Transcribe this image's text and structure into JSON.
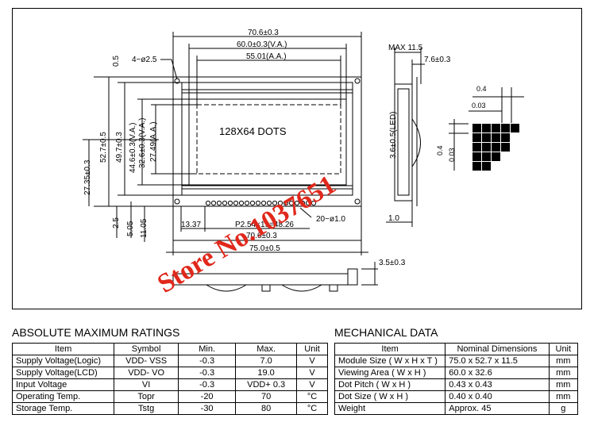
{
  "drawing": {
    "dims": {
      "width_outer": "70.6±0.3",
      "width_va": "60.0±0.3(V.A.)",
      "width_aa": "55.01(A.A.)",
      "hole": "4−ø2.5",
      "max_thickness": "MAX  11.5",
      "thickness_76": "7.6±0.3",
      "dots_label": "128X64  DOTS",
      "led": "3.6±0.5(LED)",
      "pitch_label": "P2.54×19=48.26",
      "pins": "20−ø1.0",
      "dim_1337": "13.37",
      "dim_706b": "70.6±0.3",
      "dim_750": "75.0±0.5",
      "dim_10": "1.0",
      "dim_35": "3.5±0.3",
      "dim_05": "0.5",
      "dim_527": "52.7±0.5",
      "dim_497": "49.7±0.3",
      "dim_446": "44.6±0.3(V.A.)",
      "dim_326": "32.6±0.3(V.A.)",
      "dim_2749": "27.49(A.A.)",
      "dim_2735": "27.35±0.3",
      "dim_25": "2.5",
      "dim_505": "5.05",
      "dim_1105": "11.05",
      "dot_04_top": "0.4",
      "dot_003_top": "0.03",
      "dot_04_side": "0.4",
      "dot_003_side": "0.03"
    },
    "watermark": "Store No.1037651"
  },
  "abs_ratings": {
    "title": "ABSOLUTE MAXIMUM RATINGS",
    "headers": [
      "Item",
      "Symbol",
      "Min.",
      "Max.",
      "Unit"
    ],
    "rows": [
      [
        "Supply Voltage(Logic)",
        "VDD- VSS",
        "-0.3",
        "7.0",
        "V"
      ],
      [
        "Supply Voltage(LCD)",
        "VDD- VO",
        "-0.3",
        "19.0",
        "V"
      ],
      [
        "Input  Voltage",
        "VI",
        "-0.3",
        "VDD+ 0.3",
        "V"
      ],
      [
        "Operating Temp.",
        "Topr",
        "-20",
        "70",
        "°C"
      ],
      [
        "Storage Temp.",
        "Tstg",
        "-30",
        "80",
        "°C"
      ]
    ]
  },
  "mech_data": {
    "title": "MECHANICAL DATA",
    "headers": [
      "Item",
      "Nominal Dimensions",
      "Unit"
    ],
    "rows": [
      [
        "Module Size ( W x H x T )",
        "75.0 x 52.7 x 11.5",
        "mm"
      ],
      [
        "Viewing Area ( W x H )",
        "60.0 x 32.6",
        "mm"
      ],
      [
        "Dot Pitch ( W x H )",
        "0.43 x 0.43",
        "mm"
      ],
      [
        "Dot Size ( W x H )",
        "0.40 x 0.40",
        "mm"
      ],
      [
        "Weight",
        "Approx.  45",
        "g"
      ]
    ]
  }
}
